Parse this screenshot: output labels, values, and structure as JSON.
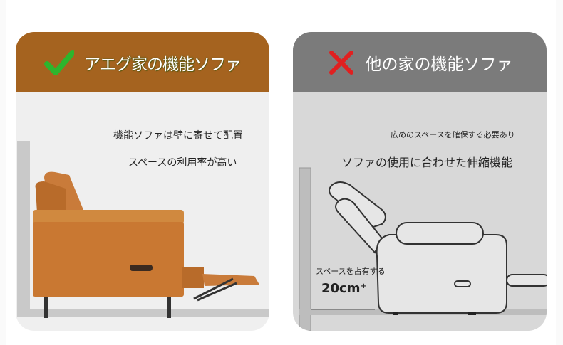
{
  "left": {
    "title": "アエグ家の機能ソファ",
    "line1": "機能ソファは壁に寄せて配置",
    "line2": "スペースの利用率が高い",
    "icon": "check-icon",
    "accent": "#a5631f"
  },
  "right": {
    "title": "他の家の機能ソファ",
    "line1": "広めのスペースを確保する必要あり",
    "line2": "ソファの使用に合わせた伸縮機能",
    "note": "スペースを占有する",
    "distance": "20cm⁺",
    "icon": "cross-icon",
    "accent": "#7b7b7b"
  }
}
